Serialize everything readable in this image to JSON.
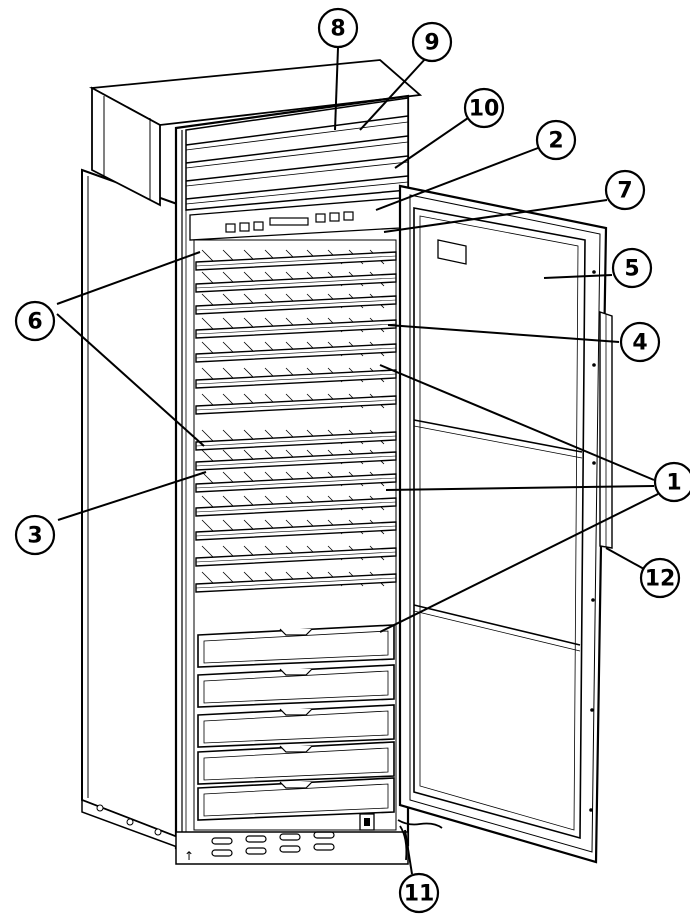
{
  "callouts": [
    {
      "id": "c1",
      "label": "1"
    },
    {
      "id": "c2",
      "label": "2"
    },
    {
      "id": "c3",
      "label": "3"
    },
    {
      "id": "c4",
      "label": "4"
    },
    {
      "id": "c5",
      "label": "5"
    },
    {
      "id": "c6",
      "label": "6"
    },
    {
      "id": "c7",
      "label": "7"
    },
    {
      "id": "c8",
      "label": "8"
    },
    {
      "id": "c9",
      "label": "9"
    },
    {
      "id": "c10",
      "label": "10"
    },
    {
      "id": "c11",
      "label": "11"
    },
    {
      "id": "c12",
      "label": "12"
    }
  ],
  "colors": {
    "line": "#000000",
    "background": "#ffffff",
    "shade": "#e6e6e6"
  }
}
